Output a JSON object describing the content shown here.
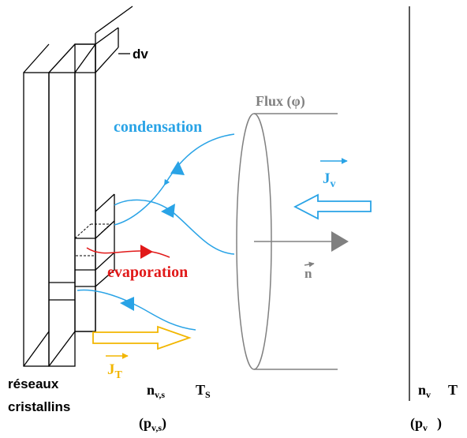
{
  "labels": {
    "dv": "dv",
    "flux": "Flux (φ)",
    "condensation": "condensation",
    "jv": "J",
    "jv_sub": "v",
    "evaporation": "evaporation",
    "n": "n",
    "jt": "J",
    "jt_sub": "T",
    "reseaux": "réseaux",
    "cristallins": "cristallins",
    "nvs": "n",
    "nvs_sub": "v,s",
    "ts": "T",
    "ts_sub": "S",
    "pvs_open": "(p",
    "pvs_sub": "v,s",
    "pvs_close": ")",
    "nv": "n",
    "nv_sub": "v",
    "t": "T",
    "pv_open": "(p",
    "pv_sub": "v",
    "pv_close": ")"
  },
  "colors": {
    "black": "#000000",
    "blue": "#29a3e6",
    "red": "#e11919",
    "gray": "#808080",
    "yellow": "#f2b600"
  }
}
